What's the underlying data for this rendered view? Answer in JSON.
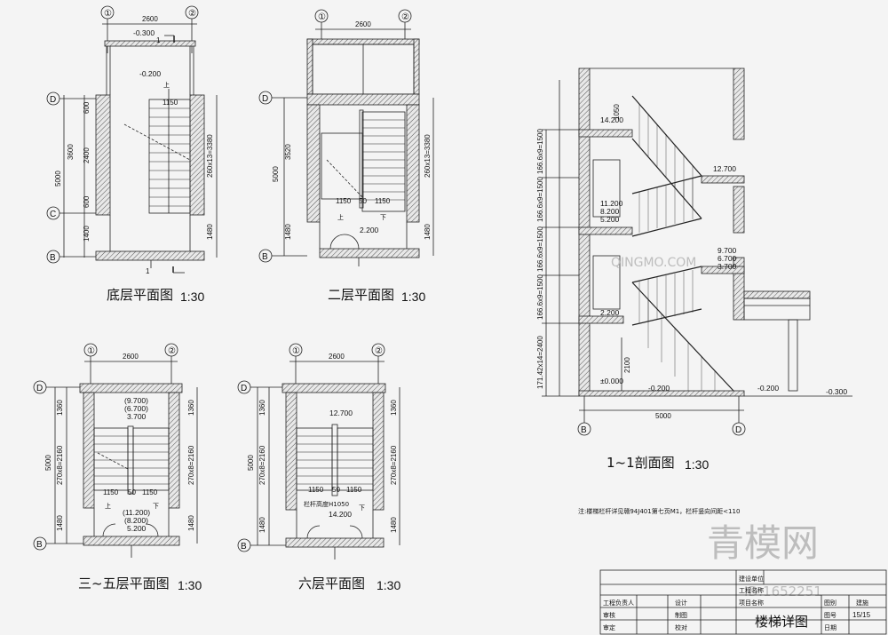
{
  "drawings": {
    "ground": {
      "title": "底层平面图",
      "scale": "1:30",
      "axis_top": [
        "①",
        "②"
      ],
      "axis_left": [
        "D",
        "C",
        "B"
      ],
      "width_dim": "2600",
      "level_top": "-0.300",
      "level_mid": "-0.200",
      "dims_left": [
        "600",
        "2400",
        "600",
        "1400"
      ],
      "dims_left_outer": [
        "3600",
        "5000"
      ],
      "dim_right_top": "260x13=3380",
      "dim_right_bottom": "1480",
      "dim_stair": "1150",
      "up_label": "上",
      "section_mark": "1"
    },
    "second": {
      "title": "二层平面图",
      "scale": "1:30",
      "axis_top": [
        "①",
        "②"
      ],
      "axis_left": [
        "D",
        "B"
      ],
      "width_dim": "2600",
      "dims_left": [
        "3520",
        "1480"
      ],
      "dims_left_outer": [
        "5000"
      ],
      "dim_right_top": "260x13=3380",
      "dim_right_bottom": "1480",
      "dim_stair_left": "1150",
      "dim_stair_mid": "50",
      "dim_stair_right": "1150",
      "level": "2.200",
      "up_label": "上",
      "down_label": "下"
    },
    "third": {
      "title": "三~五层平面图",
      "scale": "1:30",
      "axis_top": [
        "①",
        "②"
      ],
      "axis_left": [
        "D",
        "B"
      ],
      "width_dim": "2600",
      "dims_left": [
        "1360",
        "270x8=2160",
        "1480"
      ],
      "dims_left_outer": [
        "5000"
      ],
      "dims_right": [
        "1360",
        "270x8=2160",
        "1480"
      ],
      "levels_top": [
        "(9.700)",
        "(6.700)",
        "3.700"
      ],
      "levels_bottom": [
        "(11.200)",
        "(8.200)",
        "5.200"
      ],
      "dim_stair_left": "1150",
      "dim_stair_mid": "50",
      "dim_stair_right": "1150",
      "up_label": "上",
      "down_label": "下"
    },
    "sixth": {
      "title": "六层平面图",
      "scale": "1:30",
      "axis_top": [
        "①",
        "②"
      ],
      "axis_left": [
        "D",
        "B"
      ],
      "width_dim": "2600",
      "dims_left": [
        "1360",
        "270x8=2160",
        "1480"
      ],
      "dims_left_outer": [
        "5000"
      ],
      "dims_right": [
        "1360",
        "270x8=2160",
        "1480"
      ],
      "level_top": "12.700",
      "level_bottom": "14.200",
      "dim_stair_left": "1150",
      "dim_stair_mid": "50",
      "dim_stair_right": "1150",
      "rail_note": "栏杆高度H1050",
      "down_label": "下"
    },
    "section": {
      "title": "1~1剖面图",
      "scale": "1:30",
      "axis_bottom": [
        "B",
        "D"
      ],
      "width_dim": "5000",
      "dims_left": [
        "166.6x9=1500",
        "166.6x9=1500",
        "166.6x9=1500",
        "166.6x9=1500",
        "171.42x14=2400"
      ],
      "levels": [
        "14.200",
        "12.700",
        "11.200",
        "8.200",
        "5.200",
        "9.700",
        "6.700",
        "3.700",
        "2.200",
        "±0.000",
        "-0.200",
        "-0.200",
        "-0.300"
      ],
      "dim_1050": "1050",
      "dim_2100": "2100"
    }
  },
  "note": "注:楼梯栏杆详见赣94J401第七页M1，栏杆竖向间距<110",
  "title_block": {
    "rows": [
      [
        "工程负责人",
        "设计",
        "项目名称"
      ],
      [
        "审核",
        "制图"
      ],
      [
        "审定",
        "校对"
      ]
    ],
    "labels": {
      "org": "建设单位",
      "project": "工程名称",
      "item": "项目名称",
      "drawing_name": "楼梯详图",
      "discipline_label": "图别",
      "discipline": "建施",
      "sheet_label": "图号",
      "sheet": "15/15",
      "date_label": "日期"
    }
  },
  "watermarks": [
    "青模网",
    "QINGMO.COM",
    "ID:1652251"
  ]
}
